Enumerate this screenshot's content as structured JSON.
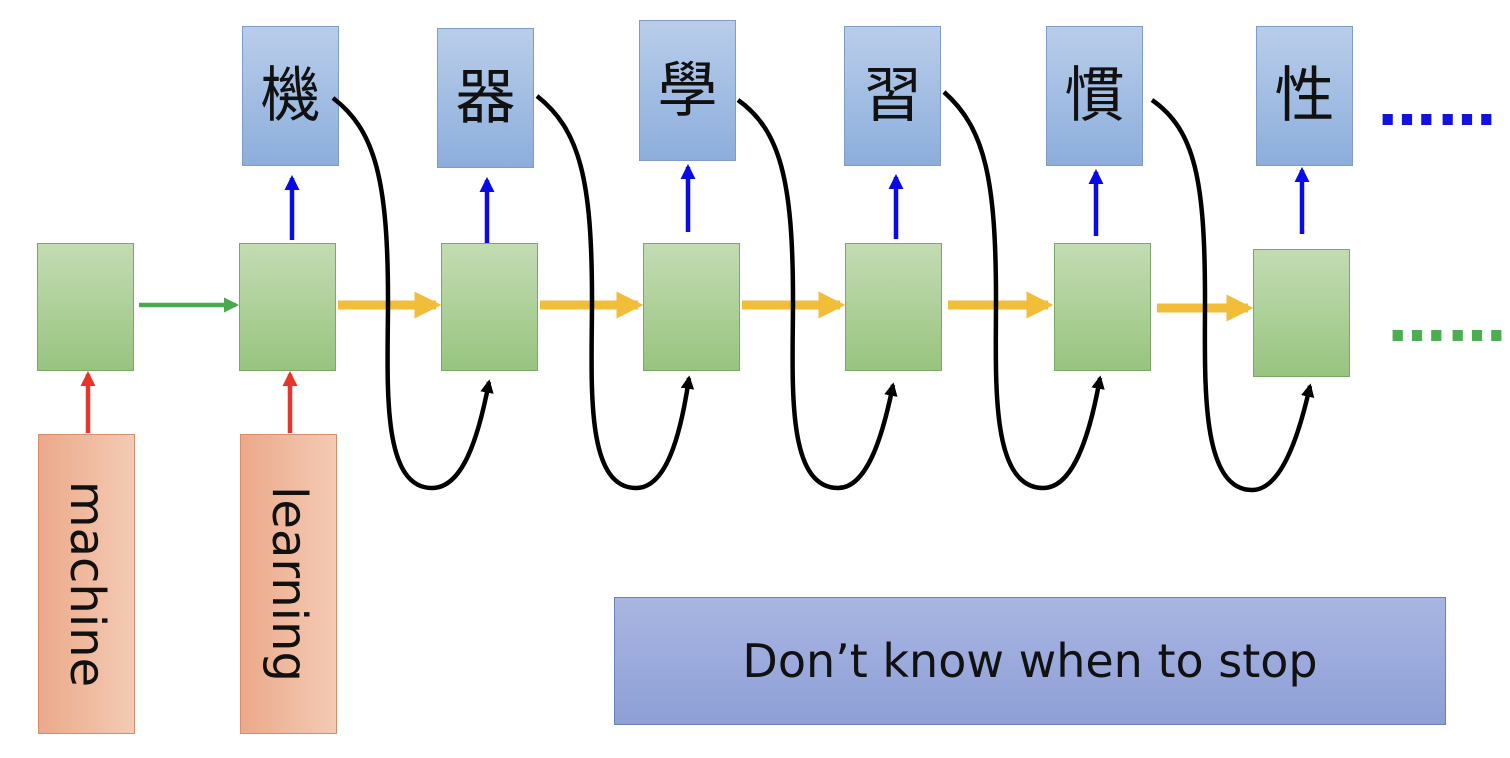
{
  "diagram": {
    "inputs": [
      "machine",
      "learning"
    ],
    "outputs": [
      "機",
      "器",
      "學",
      "習",
      "慣",
      "性"
    ],
    "output_ellipsis": "……",
    "state_ellipsis": "……",
    "note": "Don’t know when to stop",
    "colors": {
      "state_fill": "#a8cf92",
      "output_fill": "#9fbde6",
      "input_fill": "#efb89c",
      "note_fill": "#9aa9dc",
      "input_arrow": "#e8352b",
      "first_state_arrow": "#4aa84e",
      "state_arrow": "#f2be3a",
      "output_arrow": "#0a0ae6",
      "feedback_arrow": "#000000",
      "output_ellipsis": "#1414d8",
      "state_ellipsis": "#4cae50"
    }
  }
}
